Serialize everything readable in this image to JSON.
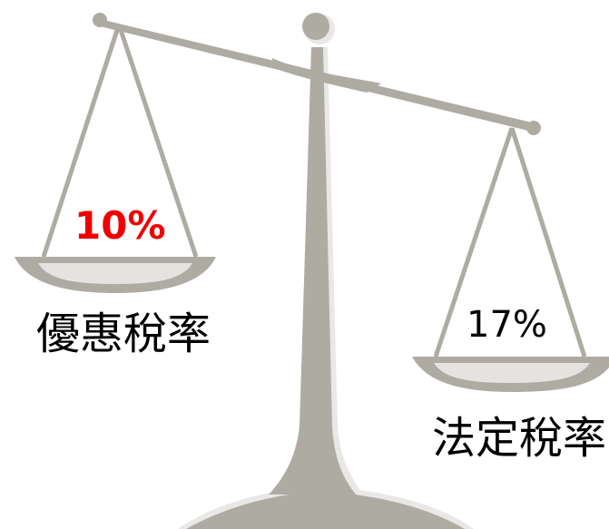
{
  "left_pan": {
    "value": "10%",
    "caption": "優惠稅率"
  },
  "right_pan": {
    "value": "17%",
    "caption": "法定稅率"
  },
  "colors": {
    "scale_gray": "#aeaba3",
    "scale_dark": "#9c9990",
    "pan_light": "#e4e3df",
    "highlight": "#f00000",
    "text": "#000000"
  }
}
